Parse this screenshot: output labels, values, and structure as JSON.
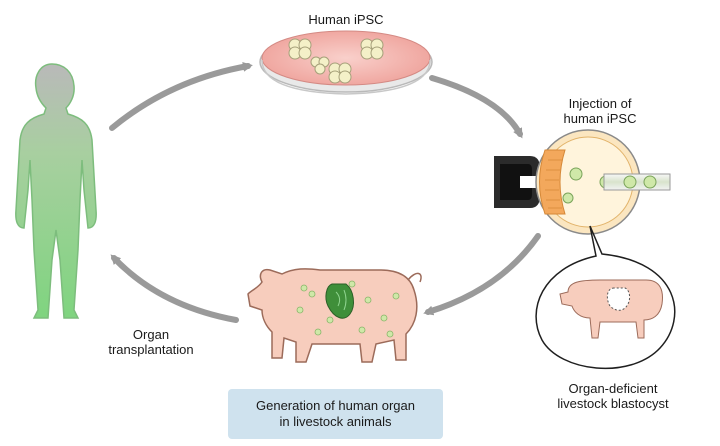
{
  "labels": {
    "human_ipsc": "Human iPSC",
    "injection_line1": "Injection of",
    "injection_line2": "human iPSC",
    "organ_line1": "Organ",
    "organ_line2": "transplantation",
    "deficient_line1": "Organ-deficient",
    "deficient_line2": "livestock blastocyst",
    "generation_line1": "Generation of human organ",
    "generation_line2": "in livestock animals"
  },
  "colors": {
    "arrow": "#9a9a9a",
    "human_body": "#8fd48f",
    "human_outline": "#6fb36f",
    "pig_skin": "#f7cdbd",
    "pig_outline": "#9c6b5a",
    "cell_green": "#cfe8a8",
    "heart_green": "#3f8f3a",
    "dish_pink": "#f3b9b2",
    "blastocyst_orange": "#f5c48a",
    "caption_bg": "#cfe2ee"
  },
  "icons": [
    "human-figure-icon",
    "petri-dish-icon",
    "micropipette-holder-icon",
    "blastocyst-icon",
    "injection-needle-icon",
    "pig-with-heart-icon",
    "pig-blastocyst-icon"
  ]
}
